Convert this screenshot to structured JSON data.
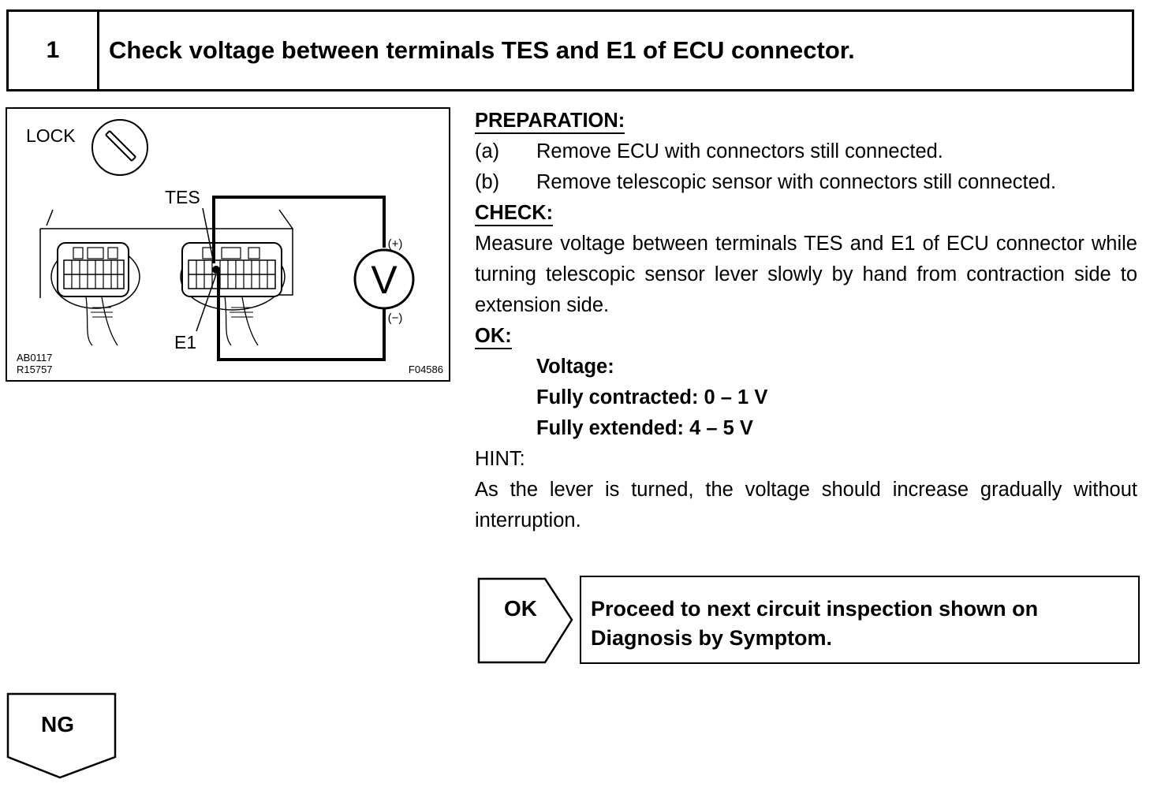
{
  "step": {
    "number": "1",
    "title": "Check voltage between terminals TES and E1 of ECU connector."
  },
  "figure": {
    "labels": {
      "lock": "LOCK",
      "tes": "TES",
      "e1": "E1",
      "voltmeter": "V",
      "plus": "(+)",
      "minus": "(−)",
      "code1": "AB0117",
      "code2": "R15757",
      "code3": "F04586"
    }
  },
  "preparation": {
    "heading": "PREPARATION:",
    "steps": [
      {
        "label": "(a)",
        "text": "Remove ECU with connectors still connected."
      },
      {
        "label": "(b)",
        "text": "Remove telescopic sensor with connectors still connected."
      }
    ]
  },
  "check": {
    "heading": "CHECK:",
    "text": "Measure voltage between terminals TES and E1 of ECU connector while turning telescopic sensor lever slowly by hand from contraction side to extension side."
  },
  "ok": {
    "heading": "OK:",
    "spec_title": "Voltage:",
    "spec_lines": [
      "Fully contracted: 0 – 1 V",
      "Fully extended: 4 – 5 V"
    ]
  },
  "hint": {
    "heading": "HINT:",
    "text": "As the lever is turned, the voltage should increase gradually without interruption."
  },
  "flow": {
    "ok_label": "OK",
    "ok_result": "Proceed to next circuit inspection shown on Diagnosis by Symptom.",
    "ng_label": "NG"
  }
}
